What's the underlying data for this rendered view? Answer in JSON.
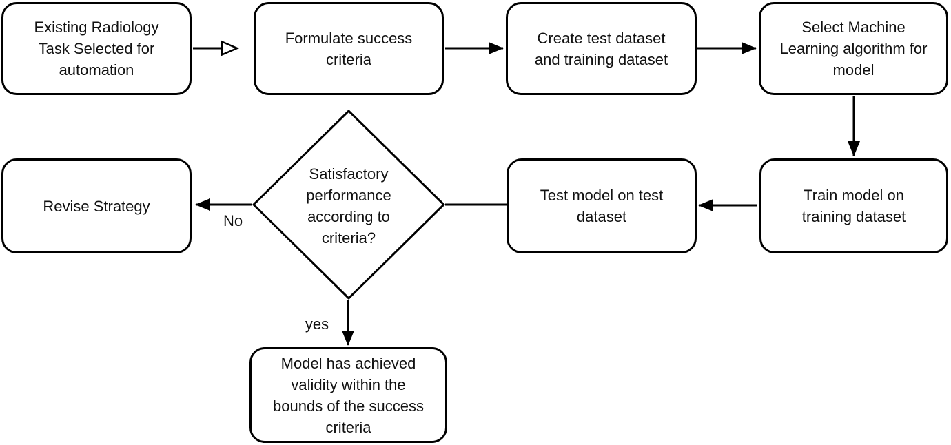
{
  "flowchart": {
    "nodes": {
      "existing_task": {
        "label": "Existing Radiology\nTask Selected for\nautomation"
      },
      "formulate_criteria": {
        "label": "Formulate success\ncriteria"
      },
      "create_datasets": {
        "label": "Create test dataset\nand training dataset"
      },
      "select_algorithm": {
        "label": "Select Machine\nLearning algorithm for\nmodel"
      },
      "train_model": {
        "label": "Train model on\ntraining dataset"
      },
      "test_model": {
        "label": "Test model on test\ndataset"
      },
      "decision": {
        "label": "Satisfactory\nperformance\naccording to\ncriteria?"
      },
      "revise_strategy": {
        "label": "Revise Strategy"
      },
      "model_valid": {
        "label": "Model has achieved\nvalidity within the\nbounds of the success\ncriteria"
      }
    },
    "edge_labels": {
      "no": "No",
      "yes": "yes"
    },
    "colors": {
      "stroke": "#000000",
      "node_fill": "#ffffff",
      "background": "#ffffff",
      "text": "#111111"
    }
  }
}
